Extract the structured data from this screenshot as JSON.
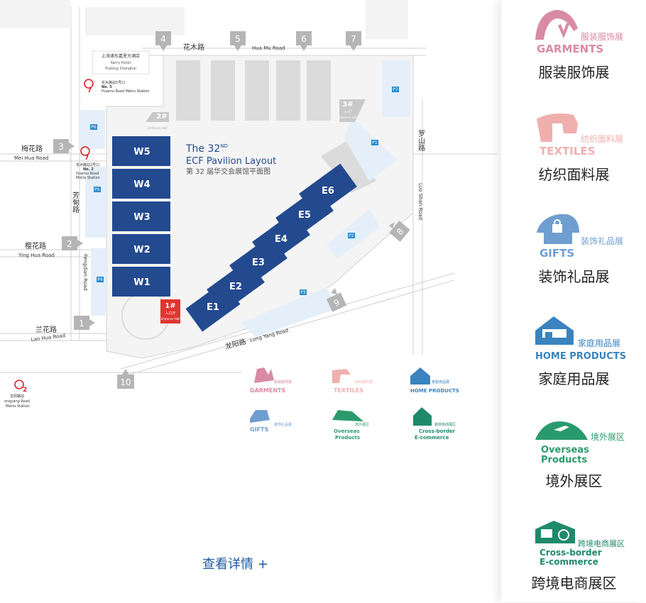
{
  "colors": {
    "pavilion": "#23498f",
    "road_label": "#333333",
    "gate_box": "#b5b5b5",
    "gray_block": "#d9d9d9",
    "lot_bg": "#ecf4fb",
    "entrance": "#e03530",
    "metro": "#d9252a",
    "garments": "#d98aa4",
    "textiles": "#efb0ad",
    "gifts": "#6f9ed0",
    "home": "#3a83be",
    "overseas": "#2a9a6c",
    "cross_border": "#1f8a6a",
    "link": "#1d5a9e"
  },
  "map": {
    "title_main": "The 32",
    "title_sup": "ND",
    "title_line2": "ECF Pavilion Layout",
    "title_cn": "第 32 届华交会展馆平面图",
    "west_halls": [
      "W5",
      "W4",
      "W3",
      "W2",
      "W1"
    ],
    "east_halls": [
      "E1",
      "E2",
      "E3",
      "E4",
      "E5",
      "E6"
    ],
    "gates": [
      "1",
      "2",
      "3",
      "4",
      "5",
      "6",
      "7",
      "8",
      "9",
      "10"
    ],
    "parking": [
      "P1",
      "P2",
      "P3",
      "P4",
      "P5",
      "P6",
      "P7"
    ],
    "entrance_1": {
      "num": "1#",
      "cn": "入口厅",
      "en": "Entrance Hall"
    },
    "entrance_2": {
      "num": "2#",
      "cn": "入口厅",
      "en": "Entrance Hall"
    },
    "entrance_3": {
      "num": "3#",
      "cn": "入口厅",
      "en": "Entrance Hall"
    },
    "roads": {
      "huamu_cn": "花木路",
      "huamu_en": "Hua Mu Road",
      "meihua_cn": "梅花路",
      "meihua_en": "Mei Hua Road",
      "yinghua_cn": "樱花路",
      "yinghua_en": "Ying Hua Road",
      "lanhua_cn": "兰花路",
      "lanhua_en": "Lan Hua Road",
      "fangdian_cn": "芳甸路",
      "fangdian_en": "Fengdian Road",
      "luoshan_cn": "罗山路",
      "luoshan_en": "Luo Shan Road",
      "longyang_cn": "龙阳路",
      "longyang_en": "Long Yang Road"
    },
    "hotel": {
      "cn": "上海浦东嘉里大酒店",
      "en1": "Kerry Hotel",
      "en2": "Pudong Shanghai"
    },
    "metro_huamu": {
      "line": "7",
      "cn": "花木路站5号口",
      "en1": "No. 5",
      "en2": "Huamu Road Metro Station"
    },
    "metro_fangdian": {
      "line": "7",
      "cn": "花木路站2号口",
      "en1": "No. 2",
      "en2": "Huamu Road",
      "en3": "Metro Station"
    },
    "metro_longyang": {
      "line": "2",
      "cn": "龙阳路站",
      "en1": "ongyang Road",
      "en2": "Metro Station"
    },
    "legend": [
      {
        "cn": "服装服饰展",
        "en": "GARMENTS"
      },
      {
        "cn": "纺织面料展",
        "en": "TEXTILES"
      },
      {
        "cn": "家庭用品展",
        "en": "HOME PRODUCTS"
      },
      {
        "cn": "装饰礼品展",
        "en": "GIFTS"
      },
      {
        "cn": "境外展区",
        "en1": "Overseas",
        "en2": "Products"
      },
      {
        "cn": "跨境电商展区",
        "en1": "Cross-border",
        "en2": "E-commerce"
      }
    ]
  },
  "details_link": "查看详情 +",
  "categories": [
    {
      "icon": "garments-icon",
      "sub_cn": "服装服饰展",
      "word": "GARMENTS",
      "label": "服装服饰展"
    },
    {
      "icon": "textiles-icon",
      "sub_cn": "纺织面料展",
      "word": "TEXTILES",
      "label": "纺织面料展"
    },
    {
      "icon": "gifts-icon",
      "sub_cn": "装饰礼品展",
      "word": "GIFTS",
      "label": "装饰礼品展"
    },
    {
      "icon": "home-products-icon",
      "sub_cn": "家庭用品展",
      "word": "HOME PRODUCTS",
      "label": "家庭用品展"
    },
    {
      "icon": "overseas-icon",
      "sub_cn": "境外展区",
      "word1": "Overseas",
      "word2": "Products",
      "label": "境外展区"
    },
    {
      "icon": "cross-border-icon",
      "sub_cn": "跨境电商展区",
      "word1": "Cross-border",
      "word2": "E-commerce",
      "label": "跨境电商展区"
    }
  ]
}
